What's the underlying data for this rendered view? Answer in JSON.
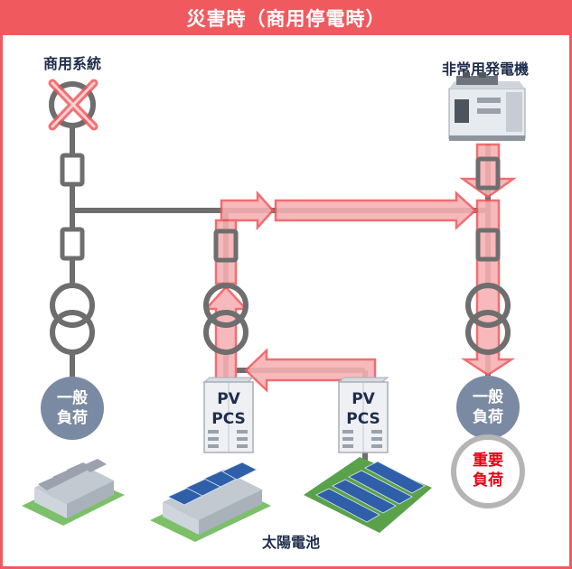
{
  "title": "災害時（商用停電時）",
  "labels": {
    "commercial_grid": "商用系統",
    "emergency_generator": "非常用発電機",
    "solar": "太陽電池"
  },
  "loads": {
    "general_left": [
      "一般",
      "負荷"
    ],
    "general_right": [
      "一般",
      "負荷"
    ],
    "important": [
      "重要",
      "負荷"
    ]
  },
  "pcs": {
    "left": [
      "PV",
      "PCS"
    ],
    "right": [
      "PV",
      "PCS"
    ]
  },
  "colors": {
    "frame": "#f05a5e",
    "line": "#6e6e6e",
    "flow": "#f05a5e",
    "load_circle": "#7a8aa3",
    "label_text": "#1f2d4d",
    "important_text": "#e60012"
  }
}
